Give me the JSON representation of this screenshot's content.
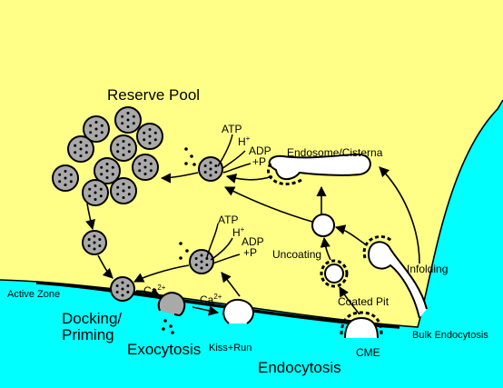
{
  "colors": {
    "background": "#00ffff",
    "terminal": "#ffff88",
    "vesicle": "#a9a9a9",
    "outline": "#000000"
  },
  "labels": {
    "reserve_pool": "Reserve Pool",
    "atp": "ATP",
    "h_plus": "H",
    "h_sup": "+",
    "adp": "ADP",
    "plus_p": "+P",
    "endosome_cisterna": "Endosome/Cisterna",
    "ca": "Ca",
    "ca_sup": "2+",
    "uncoating": "Uncoating",
    "infolding": "Infolding",
    "coated_pit": "Coated Pit",
    "active_zone": "Active Zone",
    "docking": "Docking/",
    "priming": "Priming",
    "exocytosis": "Exocytosis",
    "kiss_run": "Kiss+Run",
    "endocytosis": "Endocytosis",
    "cme": "CME",
    "bulk_endocytosis": "Bulk Endocytosis"
  }
}
